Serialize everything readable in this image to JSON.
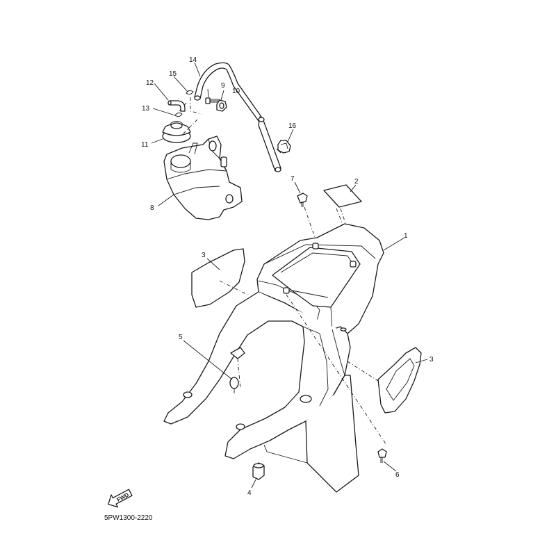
{
  "diagram": {
    "drawing_code": "5PW1300-2220",
    "fwd_label": "FWD",
    "callouts": [
      {
        "id": "c1",
        "label": "1"
      },
      {
        "id": "c2",
        "label": "2"
      },
      {
        "id": "c3a",
        "label": "3"
      },
      {
        "id": "c3b",
        "label": "3"
      },
      {
        "id": "c4",
        "label": "4"
      },
      {
        "id": "c5",
        "label": "5"
      },
      {
        "id": "c6",
        "label": "6"
      },
      {
        "id": "c7",
        "label": "7"
      },
      {
        "id": "c8",
        "label": "8"
      },
      {
        "id": "c9",
        "label": "9"
      },
      {
        "id": "c10",
        "label": "10"
      },
      {
        "id": "c11",
        "label": "11"
      },
      {
        "id": "c12",
        "label": "12"
      },
      {
        "id": "c13",
        "label": "13"
      },
      {
        "id": "c14",
        "label": "14"
      },
      {
        "id": "c15",
        "label": "15"
      },
      {
        "id": "c16",
        "label": "16"
      }
    ]
  }
}
